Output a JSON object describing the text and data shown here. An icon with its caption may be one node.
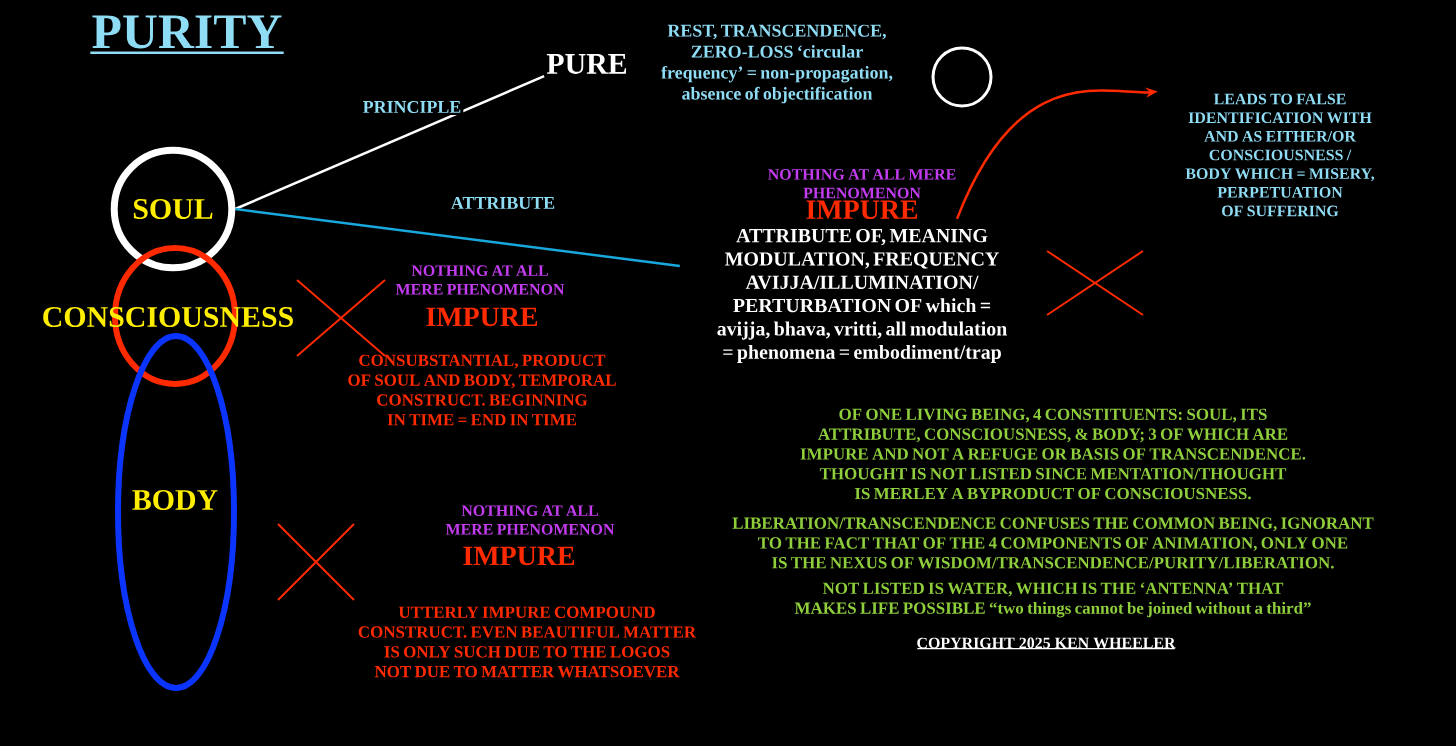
{
  "diagram": {
    "title": "PURITY",
    "nodes": [
      {
        "text": [
          "SOUL"
        ]
      },
      {
        "text": [
          "CONSCIOUSNESS"
        ]
      },
      {
        "text": [
          "BODY"
        ]
      },
      {
        "text": [
          "PURE"
        ]
      },
      {
        "text": [
          "NOTHING AT ALL MERE PHENOMENON",
          "IMPURE",
          "ATTRIBUTE OF, MEANING MODULATION, FREQUENCY AVIJJA/ILLUMINATION/ PERTURBATION OF which = avijja, bhava, vritti, all modulation = phenomena = embodiment/trap"
        ]
      },
      {
        "text": [
          "LEADS TO FALSE IDENTIFICATION WITH AND AS EITHER/OR CONSCIOUSNESS / BODY WHICH = MISERY, PERPETUATION OF SUFFERING"
        ]
      }
    ],
    "edges": [
      {
        "from": 0,
        "to": 3,
        "arrow": "none",
        "label": "PRINCIPLE",
        "color": "#ffffff"
      },
      {
        "from": 0,
        "to": 4,
        "arrow": "none",
        "label": "ATTRIBUTE",
        "color": "#18a8dc"
      },
      {
        "from": 4,
        "to": 5,
        "arrow": "to",
        "color": "#ff2a00"
      }
    ],
    "labels": [
      "REST, TRANSCENDENCE, ZERO-LOSS ‘circular frequency’ = non-propagation, absence of objectification",
      "NOTHING AT ALL MERE PHENOMENON",
      "IMPURE",
      "CONSUBSTANTIAL, PRODUCT OF SOUL AND BODY, TEMPORAL CONSTRUCT. BEGINNING IN TIME = END IN TIME",
      "OF ONE LIVING BEING, 4 CONSTITUENTS: SOUL, ITS ATTRIBUTE, CONSCIOUSNESS, & BODY; 3 OF WHICH ARE IMPURE AND NOT A REFUGE OR BASIS OF TRANSCENDENCE. THOUGHT IS NOT LISTED SINCE MENTATION/THOUGHT IS MERLEY A BYPRODUCT OF CONSCIOUSNESS.",
      "LIBERATION/TRANSCENDENCE CONFUSES THE COMMON BEING, IGNORANT TO THE FACT THAT OF THE 4 COMPONENTS OF ANIMATION, ONLY ONE IS THE NEXUS OF WISDOM/TRANSCENDENCE/PURITY/LIBERATION.",
      "NOT LISTED IS WATER, WHICH IS THE ‘ANTENNA’ THAT MAKES LIFE POSSIBLE “two things cannot be joined without a third”",
      "NOTHING AT ALL MERE PHENOMENON",
      "IMPURE",
      "UTTERLY IMPURE COMPOUND CONSTRUCT. EVEN BEAUTIFUL MATTER IS ONLY SUCH DUE TO THE LOGOS NOT DUE TO MATTER WHATSOEVER",
      "COPYRIGHT 2025 KEN WHEELER"
    ]
  }
}
